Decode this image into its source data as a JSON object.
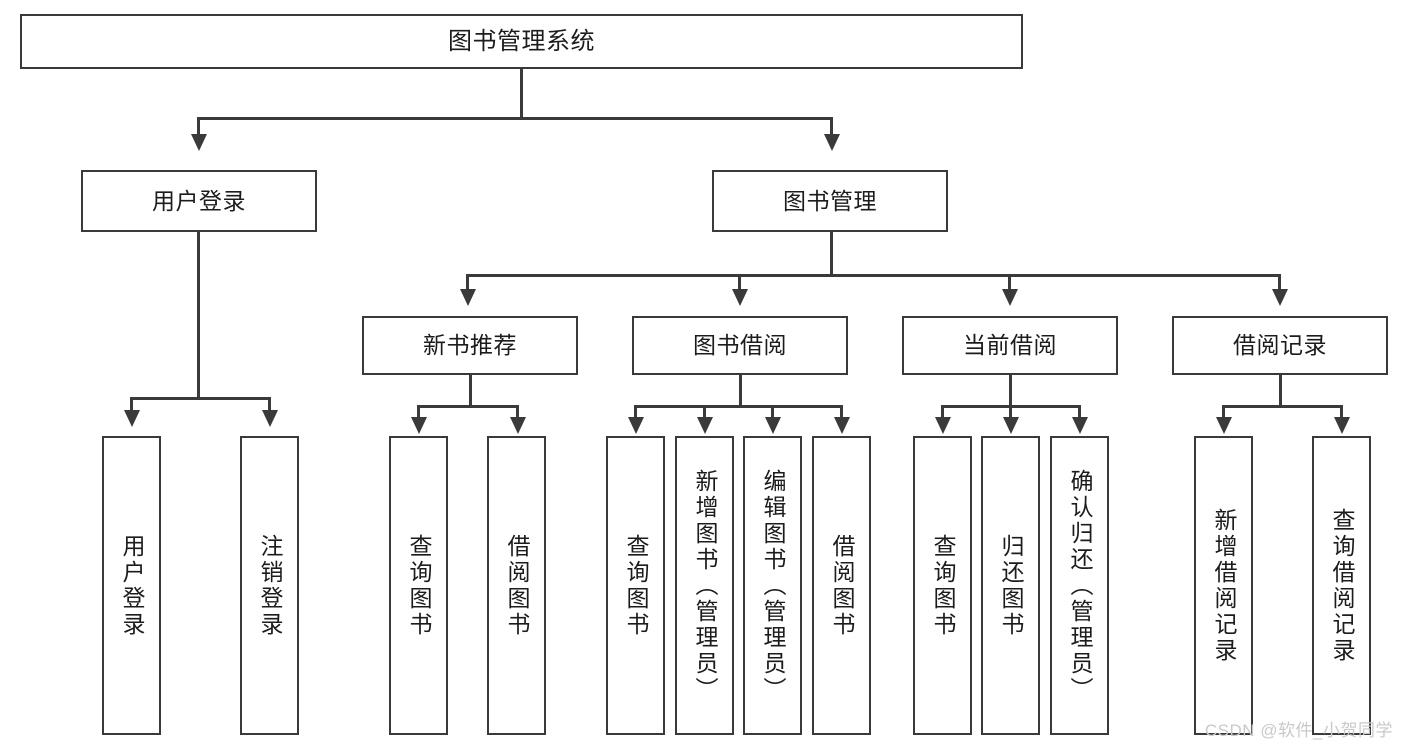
{
  "diagram": {
    "type": "hierarchy-tree",
    "root": {
      "label": "图书管理系统"
    },
    "level2": [
      {
        "label": "用户登录"
      },
      {
        "label": "图书管理"
      }
    ],
    "level3": [
      {
        "label": "新书推荐"
      },
      {
        "label": "图书借阅"
      },
      {
        "label": "当前借阅"
      },
      {
        "label": "借阅记录"
      }
    ],
    "leaves": {
      "user_login": [
        {
          "label": "用户登录"
        },
        {
          "label": "注销登录"
        }
      ],
      "new_book_recommend": [
        {
          "label": "查询图书"
        },
        {
          "label": "借阅图书"
        }
      ],
      "book_borrow": [
        {
          "label": "查询图书"
        },
        {
          "label": "新增图书（管理员）"
        },
        {
          "label": "编辑图书（管理员）"
        },
        {
          "label": "借阅图书"
        }
      ],
      "current_borrow": [
        {
          "label": "查询图书"
        },
        {
          "label": "归还图书"
        },
        {
          "label": "确认归还（管理员）"
        }
      ],
      "borrow_record": [
        {
          "label": "新增借阅记录"
        },
        {
          "label": "查询借阅记录"
        }
      ]
    }
  },
  "watermark": {
    "text": "CSDN @软件_小贺同学"
  },
  "colors": {
    "stroke": "#3a3a3a",
    "text": "#1c1c1c",
    "background": "#ffffff",
    "watermark": "#c9c9c9"
  }
}
